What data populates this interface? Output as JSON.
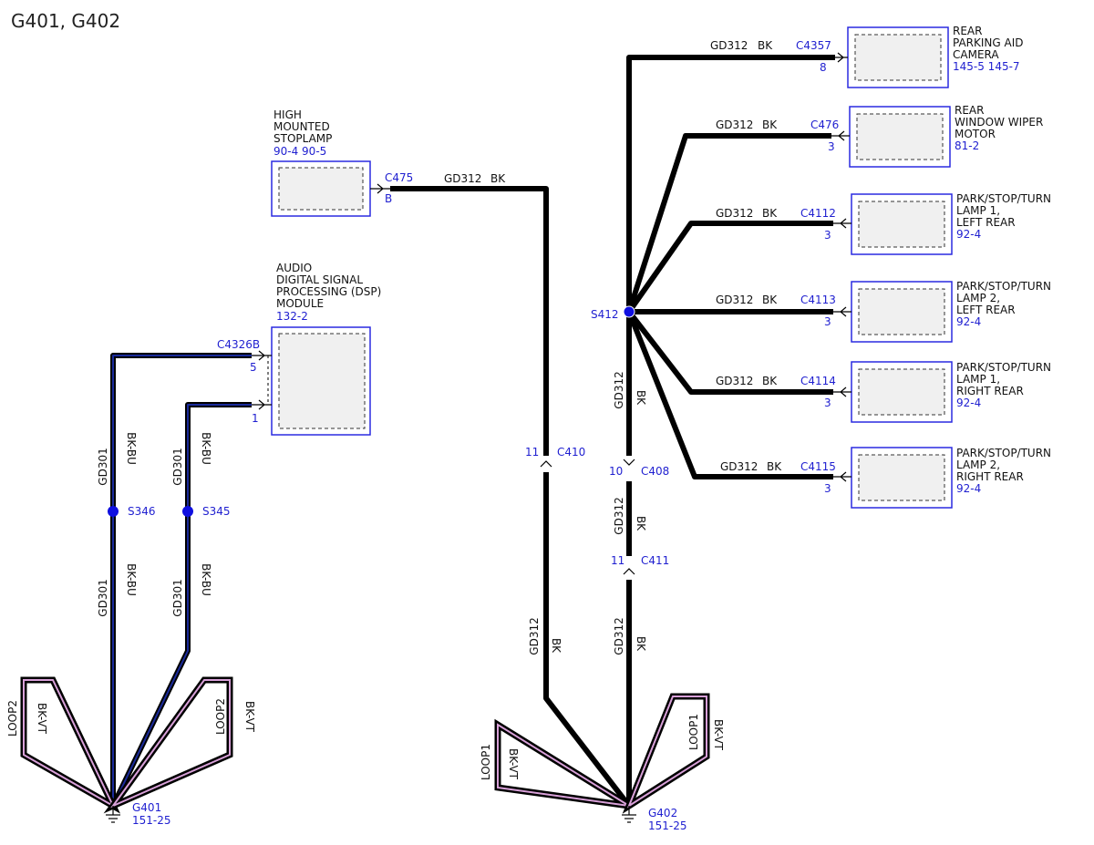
{
  "title": "G401, G402",
  "wire_labels": {
    "gd312": "GD312",
    "gd301": "GD301",
    "bk": "BK",
    "bkbu": "BK-BU",
    "bkvt": "BK-VT",
    "loop1": "LOOP1",
    "loop2": "LOOP2"
  },
  "components": {
    "stoplamp": {
      "name": [
        "HIGH",
        "MOUNTED",
        "STOPLAMP"
      ],
      "refs": "90-4   90-5",
      "connector": "C475",
      "pin": "B"
    },
    "dsp": {
      "name": [
        "AUDIO",
        "DIGITAL SIGNAL",
        "PROCESSING (DSP)",
        "MODULE"
      ],
      "refs": "132-2",
      "connector": "C4326B",
      "pin_a": "5",
      "pin_b": "1"
    },
    "camera": {
      "name": [
        "REAR",
        "PARKING AID",
        "CAMERA"
      ],
      "refs": "145-5   145-7",
      "connector": "C4357",
      "pin": "8"
    },
    "wiper": {
      "name": [
        "REAR",
        "WINDOW WIPER",
        "MOTOR"
      ],
      "refs": "81-2",
      "connector": "C476",
      "pin": "3"
    },
    "lamp1l": {
      "name": [
        "PARK/STOP/TURN",
        "LAMP 1,",
        "LEFT REAR"
      ],
      "refs": "92-4",
      "connector": "C4112",
      "pin": "3"
    },
    "lamp2l": {
      "name": [
        "PARK/STOP/TURN",
        "LAMP 2,",
        "LEFT REAR"
      ],
      "refs": "92-4",
      "connector": "C4113",
      "pin": "3"
    },
    "lamp1r": {
      "name": [
        "PARK/STOP/TURN",
        "LAMP 1,",
        "RIGHT REAR"
      ],
      "refs": "92-4",
      "connector": "C4114",
      "pin": "3"
    },
    "lamp2r": {
      "name": [
        "PARK/STOP/TURN",
        "LAMP 2,",
        "RIGHT REAR"
      ],
      "refs": "92-4",
      "connector": "C4115",
      "pin": "3"
    }
  },
  "splices": {
    "s346": "S346",
    "s345": "S345",
    "s412": "S412"
  },
  "inline_connectors": {
    "c410": {
      "name": "C410",
      "pin": "11"
    },
    "c408": {
      "name": "C408",
      "pin": "10"
    },
    "c411": {
      "name": "C411",
      "pin": "11"
    }
  },
  "grounds": {
    "g401": {
      "name": "G401",
      "ref": "151-25"
    },
    "g402": {
      "name": "G402",
      "ref": "151-25"
    }
  }
}
